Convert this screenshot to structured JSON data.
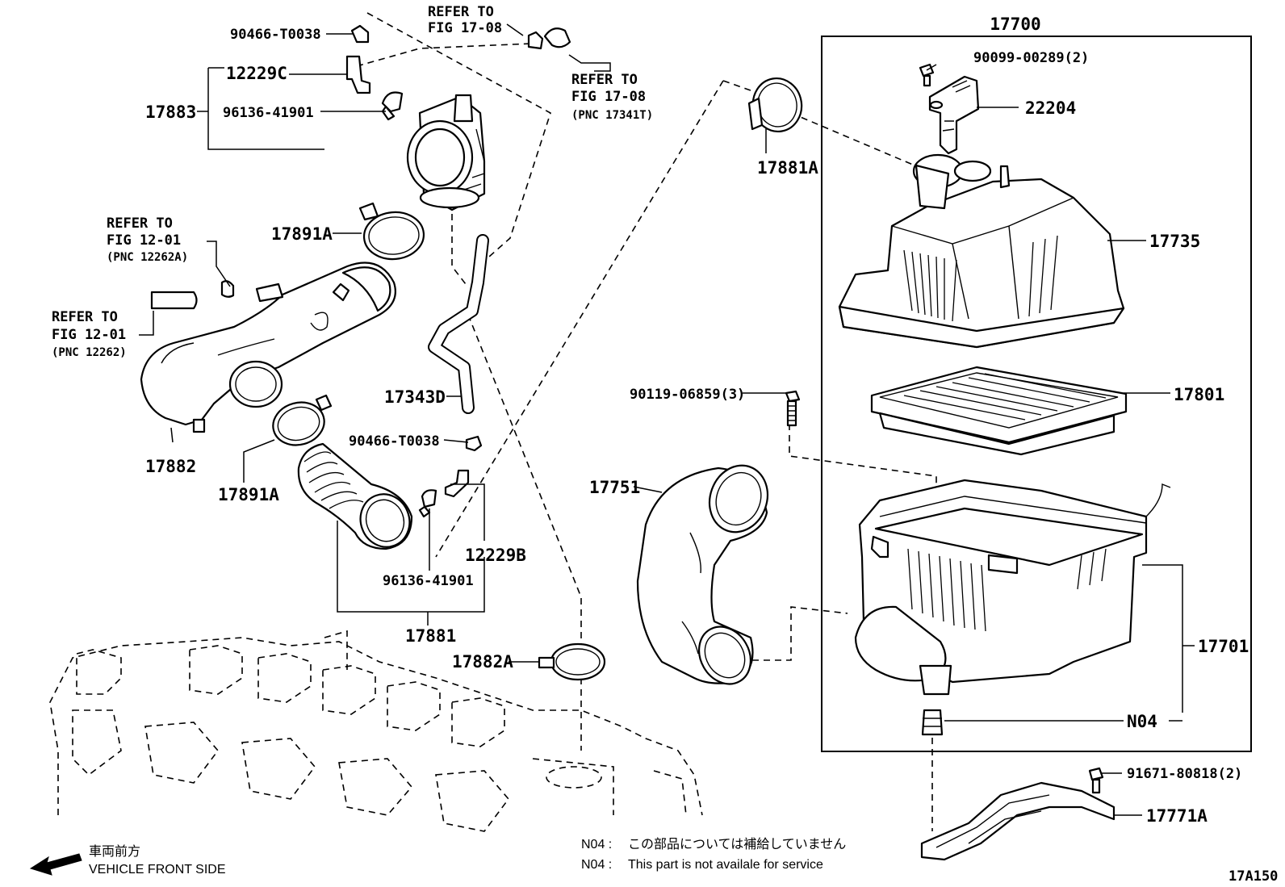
{
  "diagram_id": "17A150",
  "labels": {
    "assy": "17700",
    "p90466_top": "90466-T0038",
    "refer_top": "REFER TO",
    "fig_top": "FIG 17-08",
    "p12229c": "12229C",
    "p17883": "17883",
    "p96136_top": "96136-41901",
    "refer_pnc_top": "REFER TO",
    "fig_pnc_top": "FIG 17-08",
    "pnc_top": "(PNC 17341T)",
    "p17891a_top": "17891A",
    "refer_1201a": "REFER TO",
    "fig_1201a": "FIG 12-01",
    "pnc_1201a": "(PNC 12262A)",
    "refer_1201": "REFER TO",
    "fig_1201": "FIG 12-01",
    "pnc_1201": "(PNC 12262)",
    "p17882": "17882",
    "p17343d": "17343D",
    "p90466_mid": "90466-T0038",
    "p17891a_bot": "17891A",
    "p12229b": "12229B",
    "p96136_bot": "96136-41901",
    "p17881": "17881",
    "p17882a": "17882A",
    "p17751": "17751",
    "p90119": "90119-06859(3)",
    "p17881a": "17881A",
    "p90099": "90099-00289(2)",
    "p22204": "22204",
    "p17735": "17735",
    "p17801": "17801",
    "p17701": "17701",
    "n04": "N04",
    "p91671": "91671-80818(2)",
    "p17771a": "17771A"
  },
  "notes": {
    "jp_code": "N04 :",
    "jp_text": "この部品については補給していません",
    "en_code": "N04 :",
    "en_text": "This part is not availale for service"
  },
  "direction": {
    "jp": "車両前方",
    "en": "VEHICLE FRONT SIDE"
  }
}
